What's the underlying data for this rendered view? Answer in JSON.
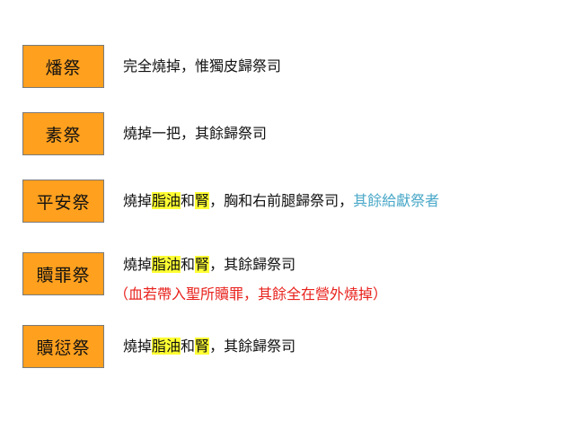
{
  "rows": [
    {
      "label": "燔祭",
      "desc": {
        "text": "完全燒掉，惟獨皮歸祭司"
      }
    },
    {
      "label": "素祭",
      "desc": {
        "text": "燒掉一把，其餘歸祭司"
      }
    },
    {
      "label": "平安祭",
      "desc": {
        "p1": "燒掉",
        "fat": "脂油",
        "and": "和",
        "kidney": "腎",
        "p2": "，胸和右前腿歸祭司，",
        "blue": "其餘給獻祭者"
      }
    },
    {
      "label": "贖罪祭",
      "desc": {
        "p1": "燒掉",
        "fat": "脂油",
        "and": "和",
        "kidney": "腎",
        "p2": "，其餘歸祭司",
        "note": "（血若帶入聖所贖罪，其餘全在營外燒掉）"
      }
    },
    {
      "label": "贖愆祭",
      "desc": {
        "p1": "燒掉",
        "fat": "脂油",
        "and": "和",
        "kidney": "腎",
        "p2": "，其餘歸祭司"
      }
    }
  ],
  "colors": {
    "label_bg": "#ffa01e",
    "highlight": "#ffff33",
    "blue_text": "#4aa8c8",
    "red_text": "#e8221d"
  }
}
